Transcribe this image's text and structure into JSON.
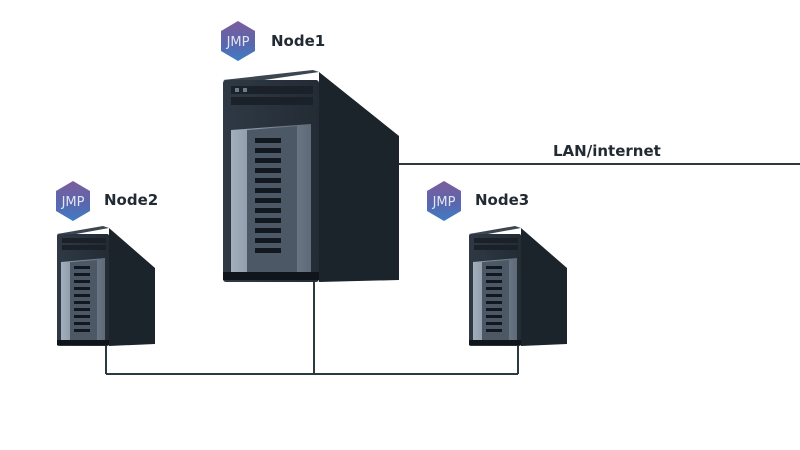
{
  "diagram": {
    "nodes": [
      {
        "label": "Node1",
        "badge": "JMP"
      },
      {
        "label": "Node2",
        "badge": "JMP"
      },
      {
        "label": "Node3",
        "badge": "JMP"
      }
    ],
    "link_label": "LAN/internet"
  },
  "colors": {
    "line": "#2b3a40",
    "tower_front": "#2a333d",
    "tower_side": "#1b232b",
    "tower_top": "#3b4651",
    "tower_panel": "#7c8898",
    "tower_slot": "#11181f",
    "badge_top": "#4d72b8",
    "badge_bottom": "#7d5d9c"
  }
}
